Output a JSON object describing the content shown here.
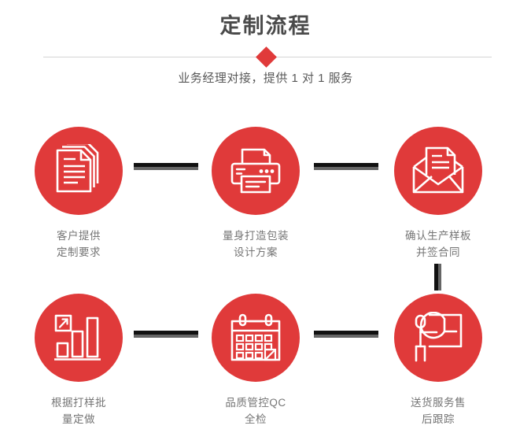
{
  "header": {
    "title": "定制流程",
    "subtitle": "业务经理对接，提供 1 对 1 服务",
    "accent_color": "#e03a3a",
    "title_color": "#4a4a4a",
    "divider_color": "#d4d4d4"
  },
  "flow": {
    "circle_color": "#e03a3a",
    "label_color": "#757575",
    "connector_dark": "#111111",
    "connector_light": "#656565",
    "steps": [
      {
        "index": "1",
        "icon": "documents-stack-icon",
        "label": "客户提供\n定制要求"
      },
      {
        "index": "2",
        "icon": "printer-icon",
        "label": "量身打造包装\n设计方案"
      },
      {
        "index": "3",
        "icon": "envelope-document-icon",
        "label": "确认生产样板\n并签合同"
      },
      {
        "index": "4",
        "icon": "bar-chart-growth-icon",
        "label": "根据打样批\n量定做"
      },
      {
        "index": "5",
        "icon": "calendar-icon",
        "label": "品质管控QC\n全检"
      },
      {
        "index": "6",
        "icon": "presenter-pie-chart-icon",
        "label": "送货服务售\n后跟踪"
      }
    ],
    "connectors": [
      {
        "name": "connector-step1-step2",
        "orientation": "horizontal"
      },
      {
        "name": "connector-step2-step3",
        "orientation": "horizontal"
      },
      {
        "name": "connector-step3-step6",
        "orientation": "vertical"
      },
      {
        "name": "connector-step4-step5",
        "orientation": "horizontal"
      },
      {
        "name": "connector-step5-step6",
        "orientation": "horizontal"
      }
    ]
  }
}
